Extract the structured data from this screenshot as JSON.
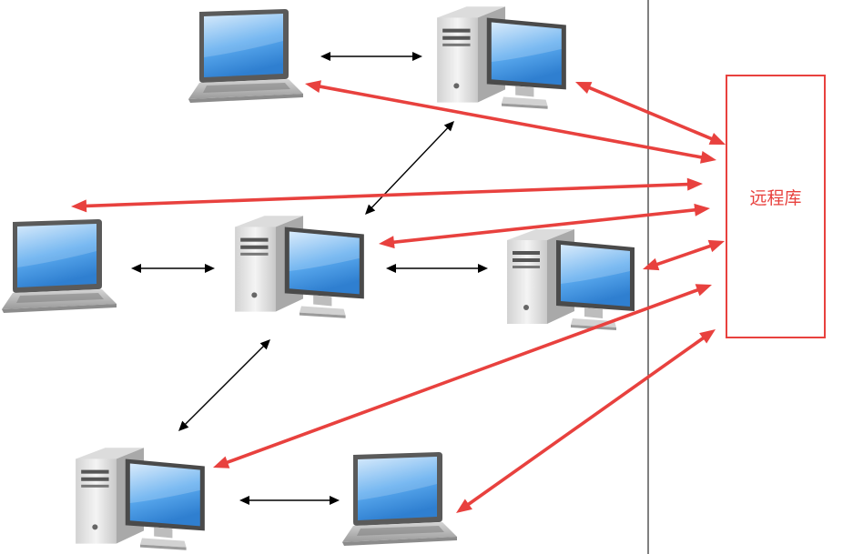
{
  "remote": {
    "label": "远程库"
  },
  "colors": {
    "remote": "#e8413e",
    "link": "#000000",
    "divider": "#000000",
    "screen": "#5aa9ee",
    "case": "#e9e9e9",
    "laptop_body": "#b8b8b8"
  },
  "nodes": [
    {
      "id": "laptop-top",
      "kind": "laptop"
    },
    {
      "id": "desktop-top",
      "kind": "desktop"
    },
    {
      "id": "laptop-left",
      "kind": "laptop"
    },
    {
      "id": "desktop-center",
      "kind": "desktop"
    },
    {
      "id": "desktop-right",
      "kind": "desktop"
    },
    {
      "id": "desktop-bottom",
      "kind": "desktop"
    },
    {
      "id": "laptop-bottom",
      "kind": "laptop"
    }
  ],
  "peer_links": [
    {
      "from": "laptop-top",
      "to": "desktop-top"
    },
    {
      "from": "desktop-top",
      "to": "desktop-center"
    },
    {
      "from": "laptop-left",
      "to": "desktop-center"
    },
    {
      "from": "desktop-center",
      "to": "desktop-right"
    },
    {
      "from": "desktop-center",
      "to": "desktop-bottom"
    },
    {
      "from": "desktop-bottom",
      "to": "laptop-bottom"
    }
  ],
  "remote_links": [
    {
      "node": "laptop-top"
    },
    {
      "node": "desktop-top"
    },
    {
      "node": "laptop-left"
    },
    {
      "node": "desktop-center"
    },
    {
      "node": "desktop-right"
    },
    {
      "node": "desktop-bottom"
    },
    {
      "node": "laptop-bottom"
    }
  ]
}
